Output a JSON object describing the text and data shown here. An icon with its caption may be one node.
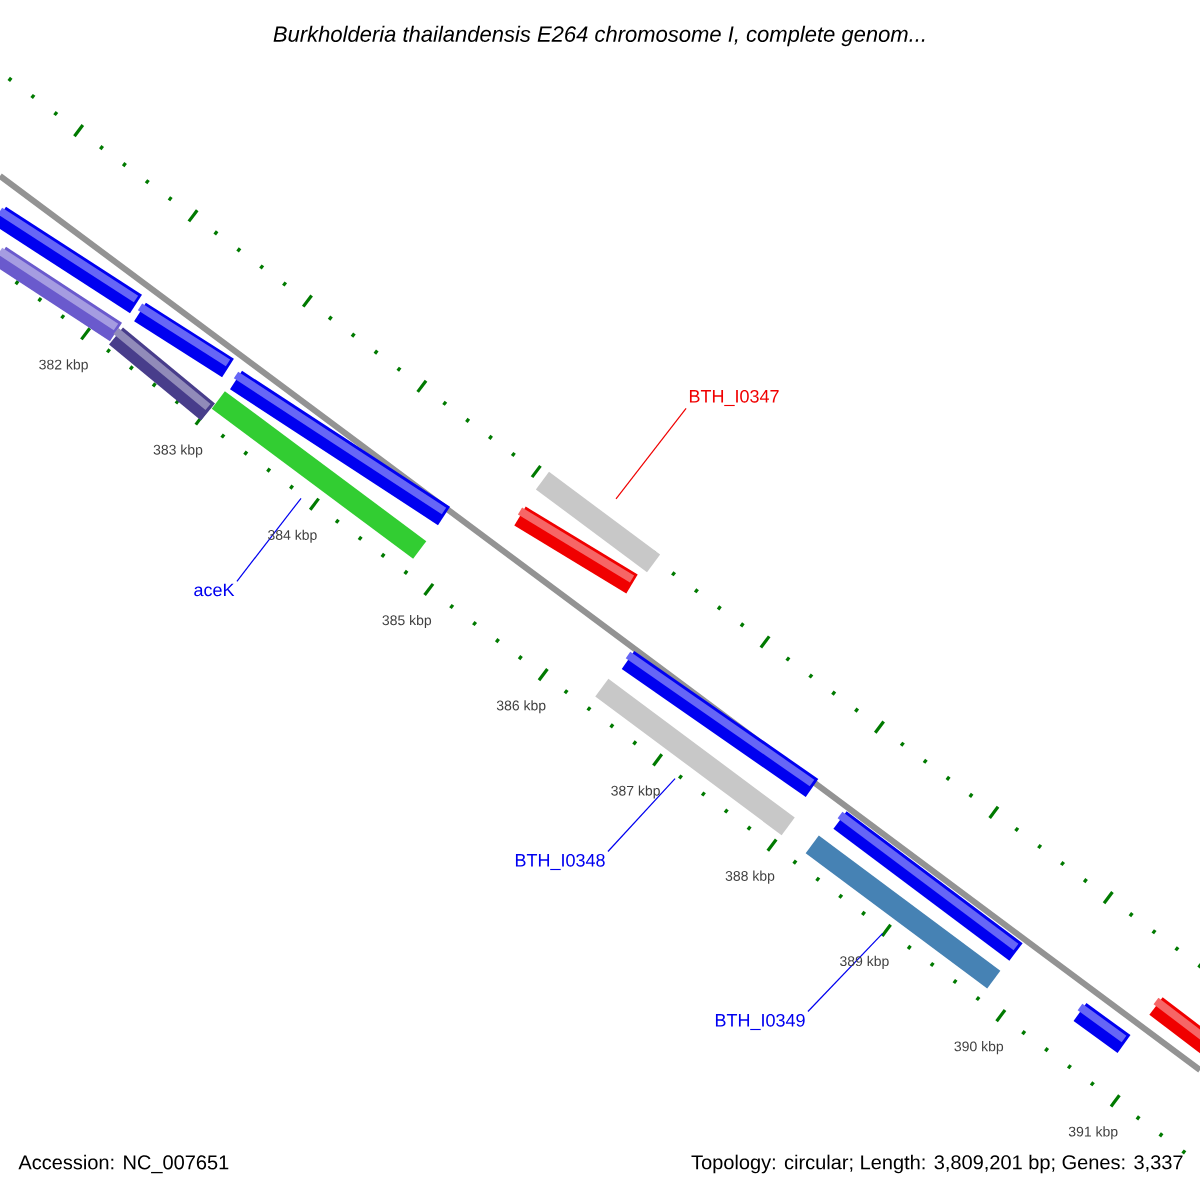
{
  "diagram": {
    "title": "Burkholderia thailandensis E264 chromosome I, complete genom...",
    "nodes": [
      {
        "text": [
          "aceK"
        ]
      },
      {
        "text": [],
        "shape": "bar"
      },
      {
        "text": [
          "BTH_I0347"
        ]
      },
      {
        "text": [],
        "shape": "bar"
      },
      {
        "text": [
          "BTH_I0348"
        ]
      },
      {
        "text": [],
        "shape": "bar"
      },
      {
        "text": [
          "BTH_I0349"
        ]
      },
      {
        "text": [],
        "shape": "bar"
      }
    ],
    "edges": [
      {
        "from": 0,
        "to": 1,
        "arrow": "none"
      },
      {
        "from": 2,
        "to": 3,
        "arrow": "none",
        "color": "#f00000"
      },
      {
        "from": 4,
        "to": 5,
        "arrow": "none"
      },
      {
        "from": 6,
        "to": 7,
        "arrow": "none"
      }
    ],
    "labels": [
      "382 kbp",
      "383 kbp",
      "384 kbp",
      "385 kbp",
      "386 kbp",
      "387 kbp",
      "388 kbp",
      "389 kbp",
      "390 kbp",
      "391 kbp",
      "Accession: NC_007651",
      "Topology: circular; Length: 3,809,201 bp; Genes: 3,337"
    ]
  }
}
